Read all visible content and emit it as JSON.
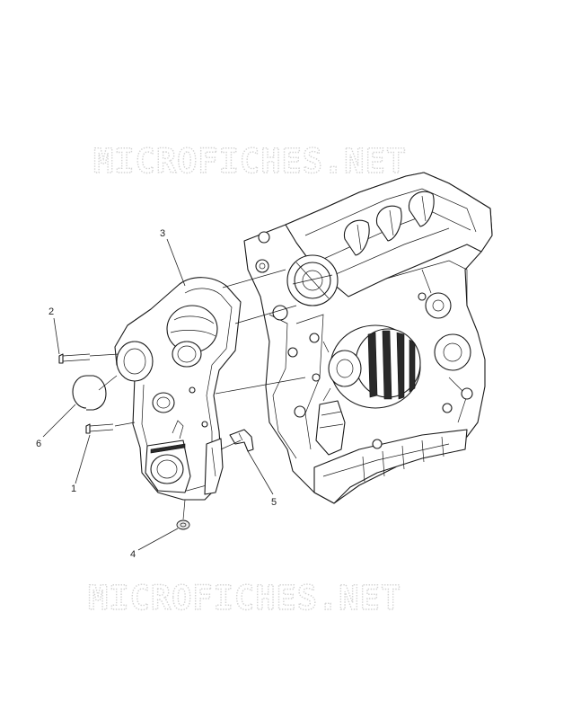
{
  "watermark": {
    "text": "MICROFICHES.NET"
  },
  "callouts": [
    {
      "number": "1"
    },
    {
      "number": "2"
    },
    {
      "number": "3"
    },
    {
      "number": "4"
    },
    {
      "number": "5"
    },
    {
      "number": "6"
    }
  ]
}
